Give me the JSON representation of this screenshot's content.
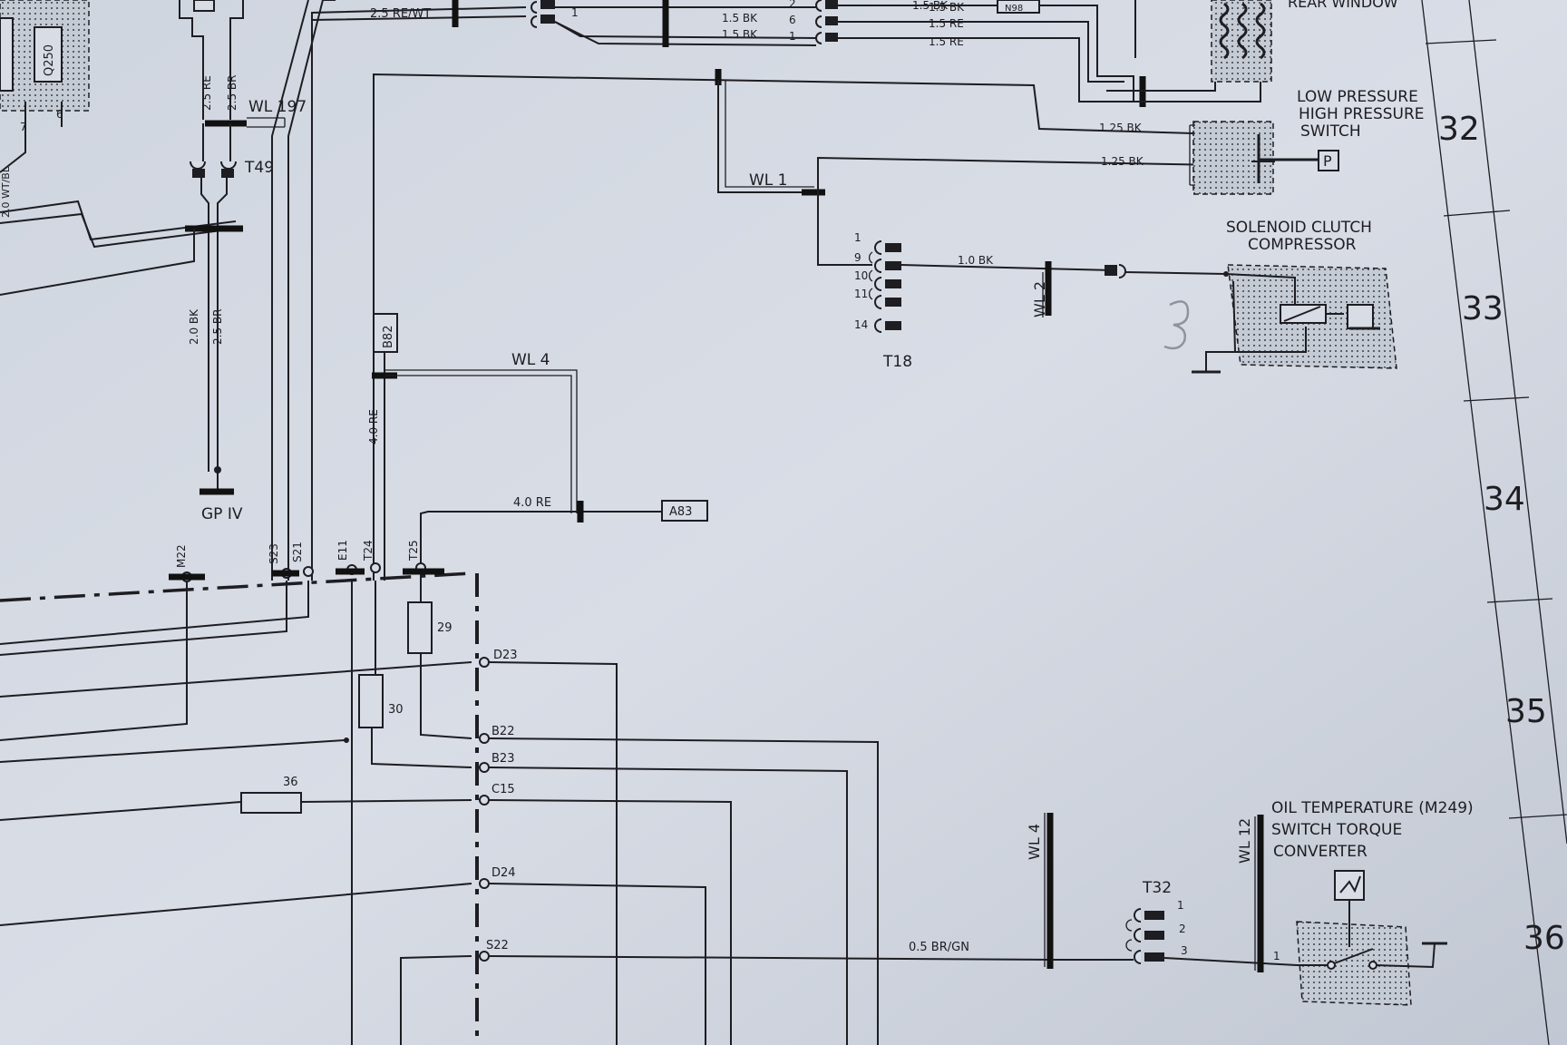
{
  "wire_labels": {
    "w_25rewt": "2.5 RE/WT",
    "w_15bk_a": "1.5 BK",
    "w_15bk_b": "1.5 BK",
    "w_15bk_top": "1.5 BK",
    "w_15re_a": "1.5 RE",
    "w_15re_b": "1.5 RE",
    "w_15bk_right": "1.5 BK",
    "w_125bk_a": "1.25 BK",
    "w_125bk_b": "1.25 BK",
    "w_10bk": "1.0 BK",
    "w_25re": "2.5 RE",
    "w_25br": "2.5 BR",
    "w_20bk": "2.0 BK",
    "w_25br2": "2.5 BR",
    "w_40re_v": "4.0 RE",
    "w_40re_h": "4.0 RE",
    "w_05brgn": "0.5 BR/GN",
    "w_20wtbl": "2.0 WT/BL"
  },
  "pin_numbers": {
    "top_1": "1",
    "top_2": "2",
    "top_6": "6",
    "top_1b": "1",
    "lt_7": "7",
    "lt_6": "6"
  },
  "ground_points": {
    "wl197": "WL 197",
    "wl1": "WL 1",
    "wl2": "WL 2",
    "wl4_top": "WL 4",
    "wl4_bottom": "WL 4",
    "wl12": "WL 12",
    "gpiv": "GP IV"
  },
  "connectors": {
    "t49": "T49",
    "t18": "T18",
    "t18_pins": [
      "1",
      "9",
      "10",
      "11",
      "14"
    ],
    "t32": "T32",
    "t32_pins": [
      "1",
      "2",
      "3"
    ],
    "b82": "B82",
    "a83": "A83",
    "n98": "N98",
    "q250": "Q250"
  },
  "terminals": {
    "m22": "M22",
    "s23": "S23",
    "s21": "S21",
    "e11": "E11",
    "t24": "T24",
    "t25": "T25",
    "d23": "D23",
    "b22": "B22",
    "b23": "B23",
    "c15": "C15",
    "d24": "D24",
    "s22": "S22"
  },
  "fuses": {
    "f29": "29",
    "f30": "30",
    "f36": "36"
  },
  "components": {
    "rear_window": "REAR WINDOW",
    "pressure_switch_line1": "LOW PRESSURE",
    "pressure_switch_line2": "HIGH PRESSURE",
    "pressure_switch_line3": "SWITCH",
    "pressure_symbol": "P",
    "solenoid_line1": "SOLENOID CLUTCH",
    "solenoid_line2": "COMPRESSOR",
    "oil_line1": "OIL TEMPERATURE (M249)",
    "oil_line2": "SWITCH TORQUE",
    "oil_line3": "CONVERTER",
    "oil_pin": "1"
  },
  "grid_numbers": {
    "r32": "32",
    "r33": "33",
    "r34": "34",
    "r35": "35",
    "r36": "36"
  }
}
